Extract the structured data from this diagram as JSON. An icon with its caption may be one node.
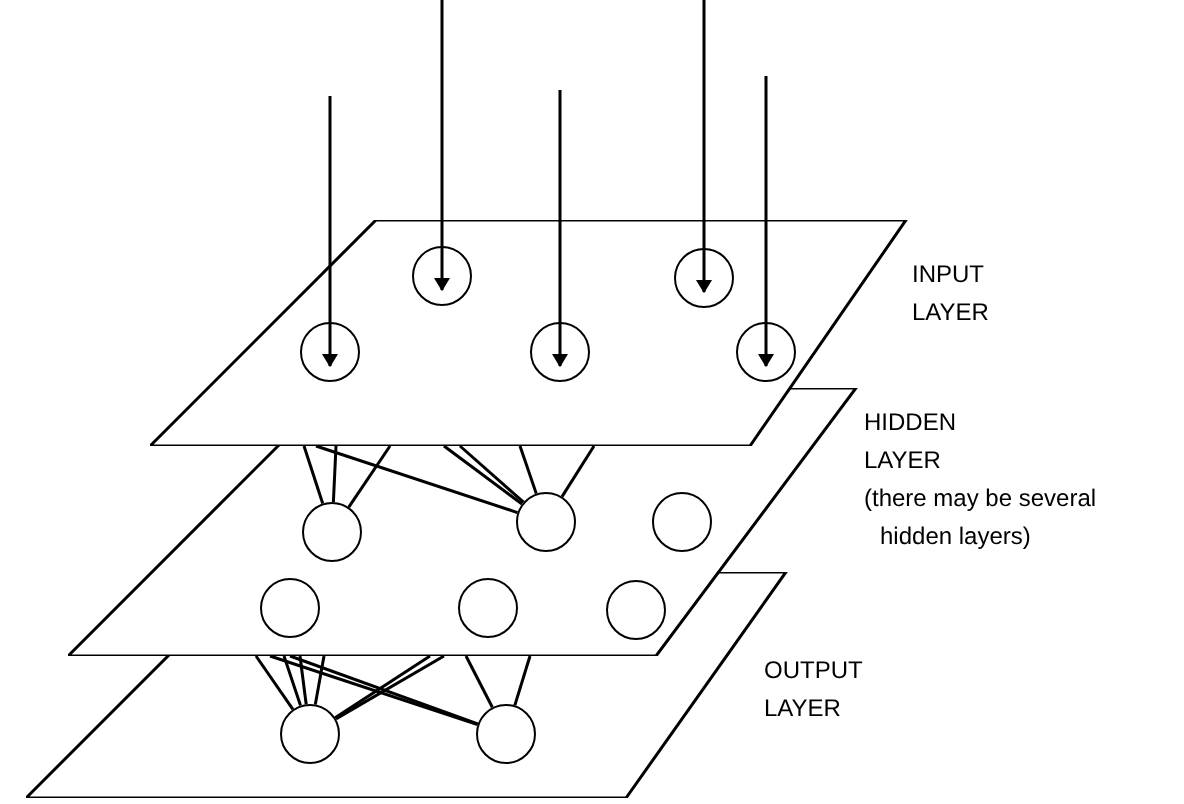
{
  "diagram": {
    "nodes": [
      {
        "text": [
          "INPUT LAYER"
        ]
      },
      {
        "text": [],
        "shape": "circle",
        "in": 0
      },
      {
        "text": [],
        "shape": "circle",
        "in": 0
      },
      {
        "text": [],
        "shape": "circle",
        "in": 0
      },
      {
        "text": [],
        "shape": "circle",
        "in": 0
      },
      {
        "text": [],
        "shape": "circle",
        "in": 0
      },
      {
        "text": [
          "HIDDEN LAYER",
          "(there may be several hidden layers)"
        ]
      },
      {
        "text": [],
        "shape": "circle",
        "in": 6
      },
      {
        "text": [],
        "shape": "circle",
        "in": 6
      },
      {
        "text": [],
        "shape": "circle",
        "in": 6
      },
      {
        "text": [],
        "shape": "circle"
      },
      {
        "text": [],
        "shape": "circle"
      },
      {
        "text": [],
        "shape": "circle"
      },
      {
        "text": [
          "OUTPUT LAYER"
        ]
      },
      {
        "text": [],
        "shape": "circle",
        "in": 13
      },
      {
        "text": [],
        "shape": "circle",
        "in": 13
      }
    ],
    "edges": [
      {
        "from": null,
        "to": 1,
        "arrow": "to"
      },
      {
        "from": null,
        "to": 2,
        "arrow": "to"
      },
      {
        "from": null,
        "to": 3,
        "arrow": "to"
      },
      {
        "from": null,
        "to": 4,
        "arrow": "to"
      },
      {
        "from": null,
        "to": 5,
        "arrow": "to"
      },
      {
        "from": 0,
        "to": 7,
        "arrow": "none"
      },
      {
        "from": 0,
        "to": 7,
        "arrow": "none"
      },
      {
        "from": 0,
        "to": 7,
        "arrow": "none"
      },
      {
        "from": 0,
        "to": 8,
        "arrow": "none"
      },
      {
        "from": 0,
        "to": 8,
        "arrow": "none"
      },
      {
        "from": 0,
        "to": 8,
        "arrow": "none"
      },
      {
        "from": 0,
        "to": 8,
        "arrow": "none"
      },
      {
        "from": 0,
        "to": 8,
        "arrow": "none"
      },
      {
        "from": 6,
        "to": 14,
        "arrow": "none"
      },
      {
        "from": 6,
        "to": 14,
        "arrow": "none"
      },
      {
        "from": 6,
        "to": 14,
        "arrow": "none"
      },
      {
        "from": 6,
        "to": 14,
        "arrow": "none"
      },
      {
        "from": 6,
        "to": 14,
        "arrow": "none"
      },
      {
        "from": 6,
        "to": 14,
        "arrow": "none"
      },
      {
        "from": 6,
        "to": 15,
        "arrow": "none"
      },
      {
        "from": 6,
        "to": 15,
        "arrow": "none"
      },
      {
        "from": 6,
        "to": 15,
        "arrow": "none"
      },
      {
        "from": 6,
        "to": 15,
        "arrow": "none"
      }
    ]
  }
}
